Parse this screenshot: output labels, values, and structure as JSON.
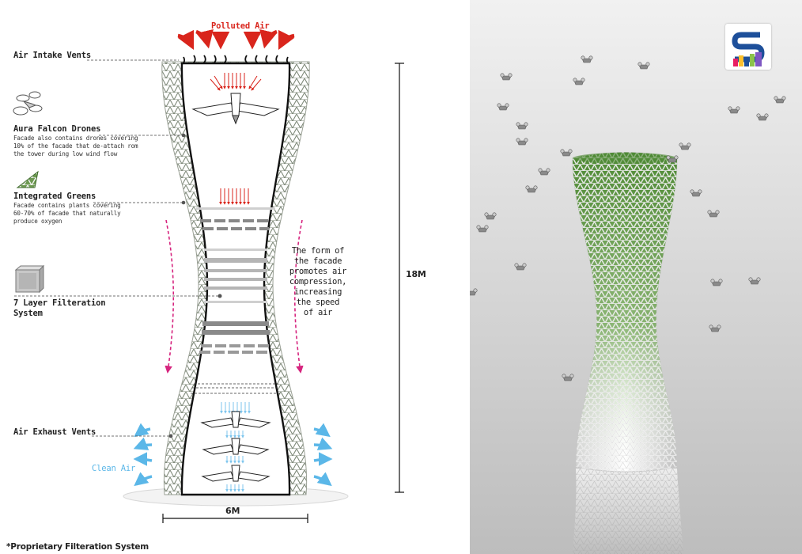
{
  "diagram": {
    "polluted_air": "Polluted Air",
    "air_intake_vents": "Air Intake Vents",
    "drones_title": "Aura Falcon Drones",
    "drones_desc_1": "Facade also contains drones covering",
    "drones_desc_2": "10% of the facade that de-attach rom",
    "drones_desc_3": "the tower during low wind flow",
    "greens_title": "Integrated Greens",
    "greens_desc_1": "Facade contains plants covering",
    "greens_desc_2": "60-70% of facade that naturally",
    "greens_desc_3": "produce oxygen",
    "filter_title_1": "7 Layer Filteration",
    "filter_title_2": "System",
    "exhaust_vents": "Air Exhaust Vents",
    "clean_air": "Clean Air",
    "facade_note_1": "The form of",
    "facade_note_2": "the facade",
    "facade_note_3": "promotes air",
    "facade_note_4": "compression,",
    "facade_note_5": "increasing",
    "facade_note_6": "the speed",
    "facade_note_7": "of air",
    "height_dim": "18M",
    "width_dim": "6M",
    "footnote": "*Proprietary Filteration System"
  },
  "colors": {
    "polluted_arrow": "#d9251c",
    "clean_arrow": "#5bb7e8",
    "flow_arrow": "#d6247e",
    "green_facade": "#5b8c3e",
    "render_bg_top": "#f1f1f1",
    "render_bg_bottom": "#bdbdbd"
  },
  "icons": {
    "drone": "drone-icon",
    "greens": "leaf-triangle-icon",
    "filter": "filter-cube-icon",
    "logo": "logo-icon"
  }
}
